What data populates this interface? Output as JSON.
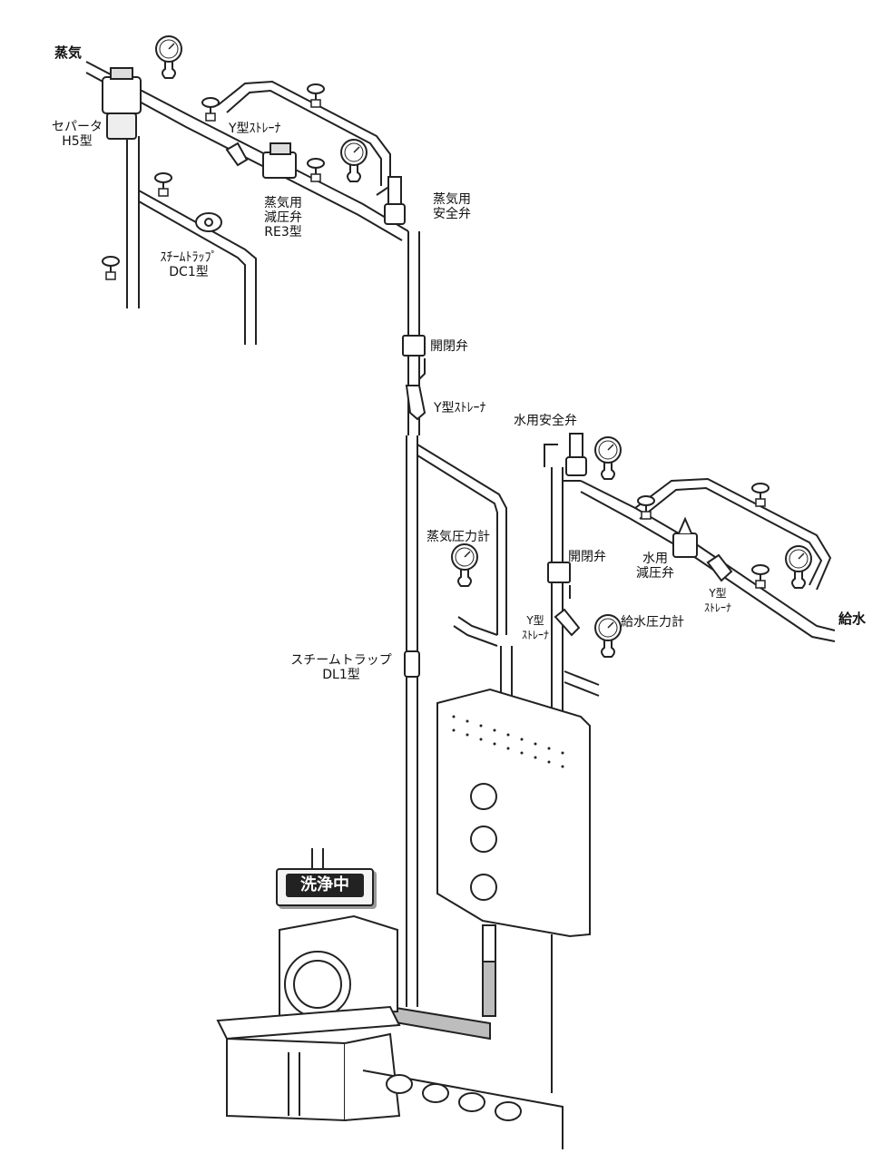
{
  "labels": {
    "steam_inlet": "蒸気",
    "separator_l1": "セパータ",
    "separator_l2": "H5型",
    "y_strainer_top": "Y型ｽﾄﾚｰﾅ",
    "steam_prv_l1": "蒸気用",
    "steam_prv_l2": "減圧弁",
    "steam_prv_l3": "RE3型",
    "steam_safety_l1": "蒸気用",
    "steam_safety_l2": "安全弁",
    "trap_dc1_l1": "ｽﾁｰﾑﾄﾗｯﾌﾟ",
    "trap_dc1_l2": "DC1型",
    "shutoff_valve_1": "開閉弁",
    "y_strainer_mid": "Y型ｽﾄﾚｰﾅ",
    "water_safety": "水用安全弁",
    "steam_gauge": "蒸気圧力計",
    "shutoff_valve_2": "開閉弁",
    "water_prv_l1": "水用",
    "water_prv_l2": "減圧弁",
    "y_strainer_water_l1": "Y型",
    "y_strainer_water_l2": "ｽﾄﾚｰﾅ",
    "y_strainer_low_l1": "Y型",
    "y_strainer_low_l2": "ｽﾄﾚｰﾅ",
    "feed_gauge": "給水圧力計",
    "water_inlet": "給水",
    "trap_dl1_l1": "スチームトラップ",
    "trap_dl1_l2": "DL1型",
    "washing_sign": "洗浄中"
  },
  "colors": {
    "line": "#222222",
    "pipe_fill": "#ffffff",
    "shade": "#cfcfcf",
    "dark_pipe": "#bdbdbd"
  }
}
